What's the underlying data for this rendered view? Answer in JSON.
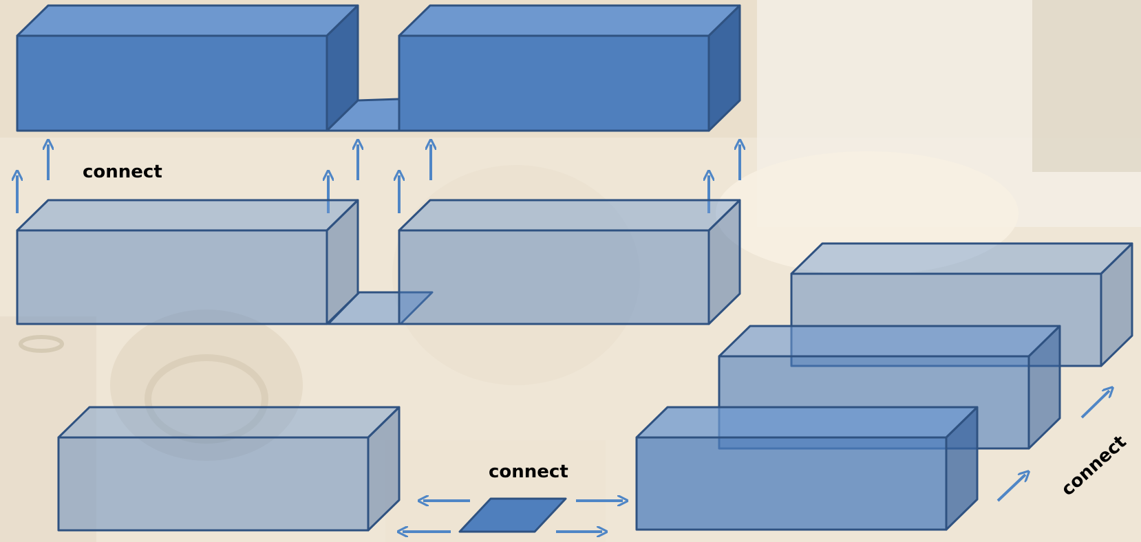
{
  "labels": {
    "connect_top": "connect",
    "connect_bottom": "connect",
    "connect_right": "connect"
  },
  "colors": {
    "box_fill": "#4f7fbd",
    "box_top": "#6e98cf",
    "box_side": "#3b66a0",
    "box_stroke": "#2f5281",
    "arrow": "#4f86c6",
    "background_wash": "#f5efe4"
  },
  "background": {
    "description_icon": "faded-photo-background"
  }
}
